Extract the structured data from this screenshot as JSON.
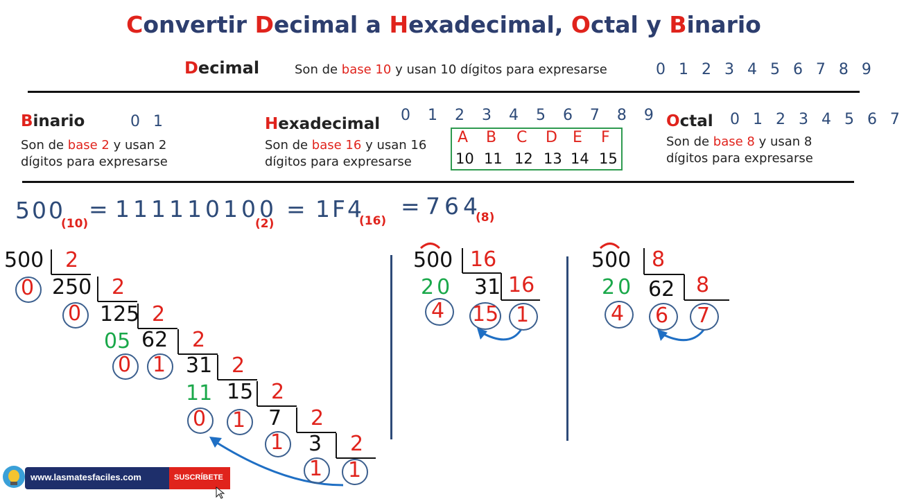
{
  "title": {
    "c1": "C",
    "t1": "onvertir ",
    "c2": "D",
    "t2": "ecimal a ",
    "c3": "H",
    "t3": "exadecimal, ",
    "c4": "O",
    "t4": "ctal y ",
    "c5": "B",
    "t5": "inario"
  },
  "decimal": {
    "cap": "D",
    "rest": "ecimal",
    "desc_a": "Son de ",
    "desc_base": "base 10",
    "desc_b": " y usan 10 dígitos para expresarse",
    "digits": "0 1 2 3 4 5 6 7 8 9"
  },
  "binario": {
    "cap": "B",
    "rest": "inario",
    "digits": "0 1",
    "desc_a": "Son de ",
    "desc_base": "base 2",
    "desc_b": " y usan 2",
    "desc_c": "dígitos para expresarse"
  },
  "hexadecimal": {
    "cap": "H",
    "rest": "exadecimal",
    "digits": "0 1 2 3 4 5 6 7 8 9",
    "desc_a": "Son de ",
    "desc_base": "base 16",
    "desc_b": " y usan 16",
    "desc_c": "dígitos para expresarse",
    "letters": [
      "A",
      "B",
      "C",
      "D",
      "E",
      "F"
    ],
    "values": [
      "10",
      "11",
      "12",
      "13",
      "14",
      "15"
    ]
  },
  "octal": {
    "cap": "O",
    "rest": "ctal",
    "digits": "0 1 2 3 4 5 6 7",
    "desc_a": "Son de ",
    "desc_base": "base 8",
    "desc_b": " y usan 8",
    "desc_c": "dígitos para expresarse"
  },
  "equation": {
    "n1": "500",
    "s1": "(10)",
    "eq1": "=",
    "n2": "111110100",
    "s2": "(2)",
    "eq2": "=",
    "n3": "1F4",
    "s3": "(16)",
    "eq3": "=",
    "n4": "764",
    "s4": "(8)"
  },
  "bin_division": {
    "dividends": [
      "500",
      "250",
      "125",
      "62",
      "31",
      "15",
      "7",
      "3"
    ],
    "divisors": [
      "2",
      "2",
      "2",
      "2",
      "2",
      "2",
      "2",
      "2"
    ],
    "partials": [
      "05",
      "11"
    ],
    "remainders": [
      "0",
      "0",
      "0",
      "1",
      "0",
      "1",
      "1",
      "1"
    ],
    "final_quotient": "1"
  },
  "hex_division": {
    "dividend": "500",
    "divisor": "16",
    "partial": "20",
    "quotient": "31",
    "divisor2": "16",
    "remainder1": "4",
    "remainder2": "15",
    "final_quotient": "1"
  },
  "oct_division": {
    "dividend": "500",
    "divisor": "8",
    "partial": "20",
    "quotient": "62",
    "divisor2": "8",
    "remainder1": "4",
    "remainder2": "6",
    "final_quotient": "7"
  },
  "badge": {
    "url": "www.lasmatesfaciles.com",
    "subscribe": "SUSCRÍBETE"
  },
  "colors": {
    "accent_red": "#e0231c",
    "text_blue": "#2d4a78",
    "green": "#1aa84a",
    "box_green": "#2e9a4f"
  }
}
